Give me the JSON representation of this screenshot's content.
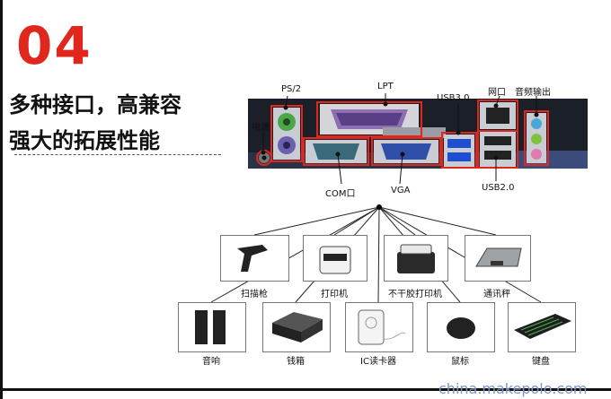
{
  "section_number": "04",
  "headline": [
    "多种接口，高兼容",
    "强大的拓展性能"
  ],
  "port_labels": {
    "ps2": "PS/2",
    "lpt": "LPT",
    "usb3": "USB3.0",
    "lan": "网口",
    "audio": "音频输出",
    "power": "电源",
    "com": "COM口",
    "vga": "VGA",
    "usb2": "USB2.0"
  },
  "devices": [
    {
      "name": "扫描枪",
      "icon": "barcode-scanner-icon"
    },
    {
      "name": "打印机",
      "icon": "receipt-printer-icon"
    },
    {
      "name": "不干胶打印机",
      "icon": "label-printer-icon"
    },
    {
      "name": "通讯秤",
      "icon": "scale-icon"
    },
    {
      "name": "音响",
      "icon": "speaker-icon"
    },
    {
      "name": "钱箱",
      "icon": "cash-drawer-icon"
    },
    {
      "name": "IC读卡器",
      "icon": "card-reader-icon"
    },
    {
      "name": "鼠标",
      "icon": "mouse-icon"
    },
    {
      "name": "键盘",
      "icon": "keyboard-icon"
    }
  ],
  "watermark": "china.makepolo.com",
  "colors": {
    "accent": "#e0261d",
    "callout": "#e0261d",
    "watermark": "#7c97c7"
  }
}
